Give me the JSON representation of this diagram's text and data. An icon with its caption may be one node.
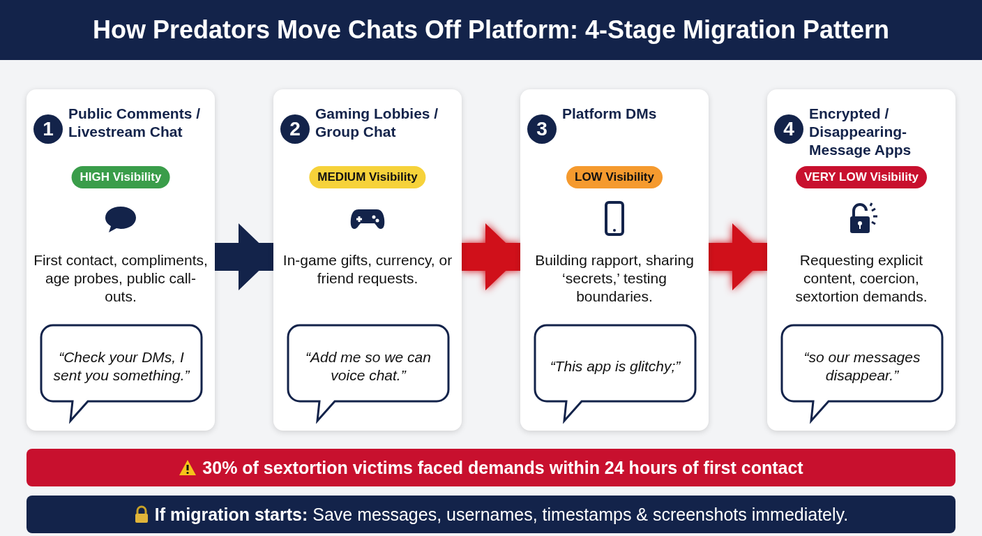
{
  "diagram": {
    "title": "How Predators Move Chats Off Platform: 4-Stage Migration Pattern",
    "nodes": [
      {
        "text": [
          "1",
          "Public Comments / Livestream Chat",
          "HIGH Visibility",
          "First contact, compliments, age probes, public call-outs.",
          "“Check your DMs, I sent you something.”"
        ]
      },
      {
        "text": [
          "2",
          "Gaming Lobbies / Group Chat",
          "MEDIUM Visibility",
          "In-game gifts, currency, or friend requests.",
          "“Add me so we can voice chat.”"
        ]
      },
      {
        "text": [
          "3",
          "Platform DMs",
          "LOW Visibility",
          "Building rapport, sharing ‘secrets,’ testing boundaries.",
          "“This app is glitchy;”"
        ]
      },
      {
        "text": [
          "4",
          "Encrypted / Disappearing-Message Apps",
          "VERY LOW Visibility",
          "Requesting explicit content, coercion, sextortion demands.",
          "“so our messages disappear.”"
        ]
      }
    ],
    "edges": [
      {
        "from": 0,
        "to": 1,
        "arrow": "to",
        "color": "#13234a"
      },
      {
        "from": 1,
        "to": 2,
        "arrow": "to",
        "color": "#d0101a"
      },
      {
        "from": 2,
        "to": 3,
        "arrow": "to",
        "color": "#d0101a"
      }
    ],
    "labels": [
      "30% of sextortion victims faced demands within 24 hours of first contact",
      "**If migration starts:** Save messages, usernames, timestamps & screenshots immediately."
    ]
  }
}
